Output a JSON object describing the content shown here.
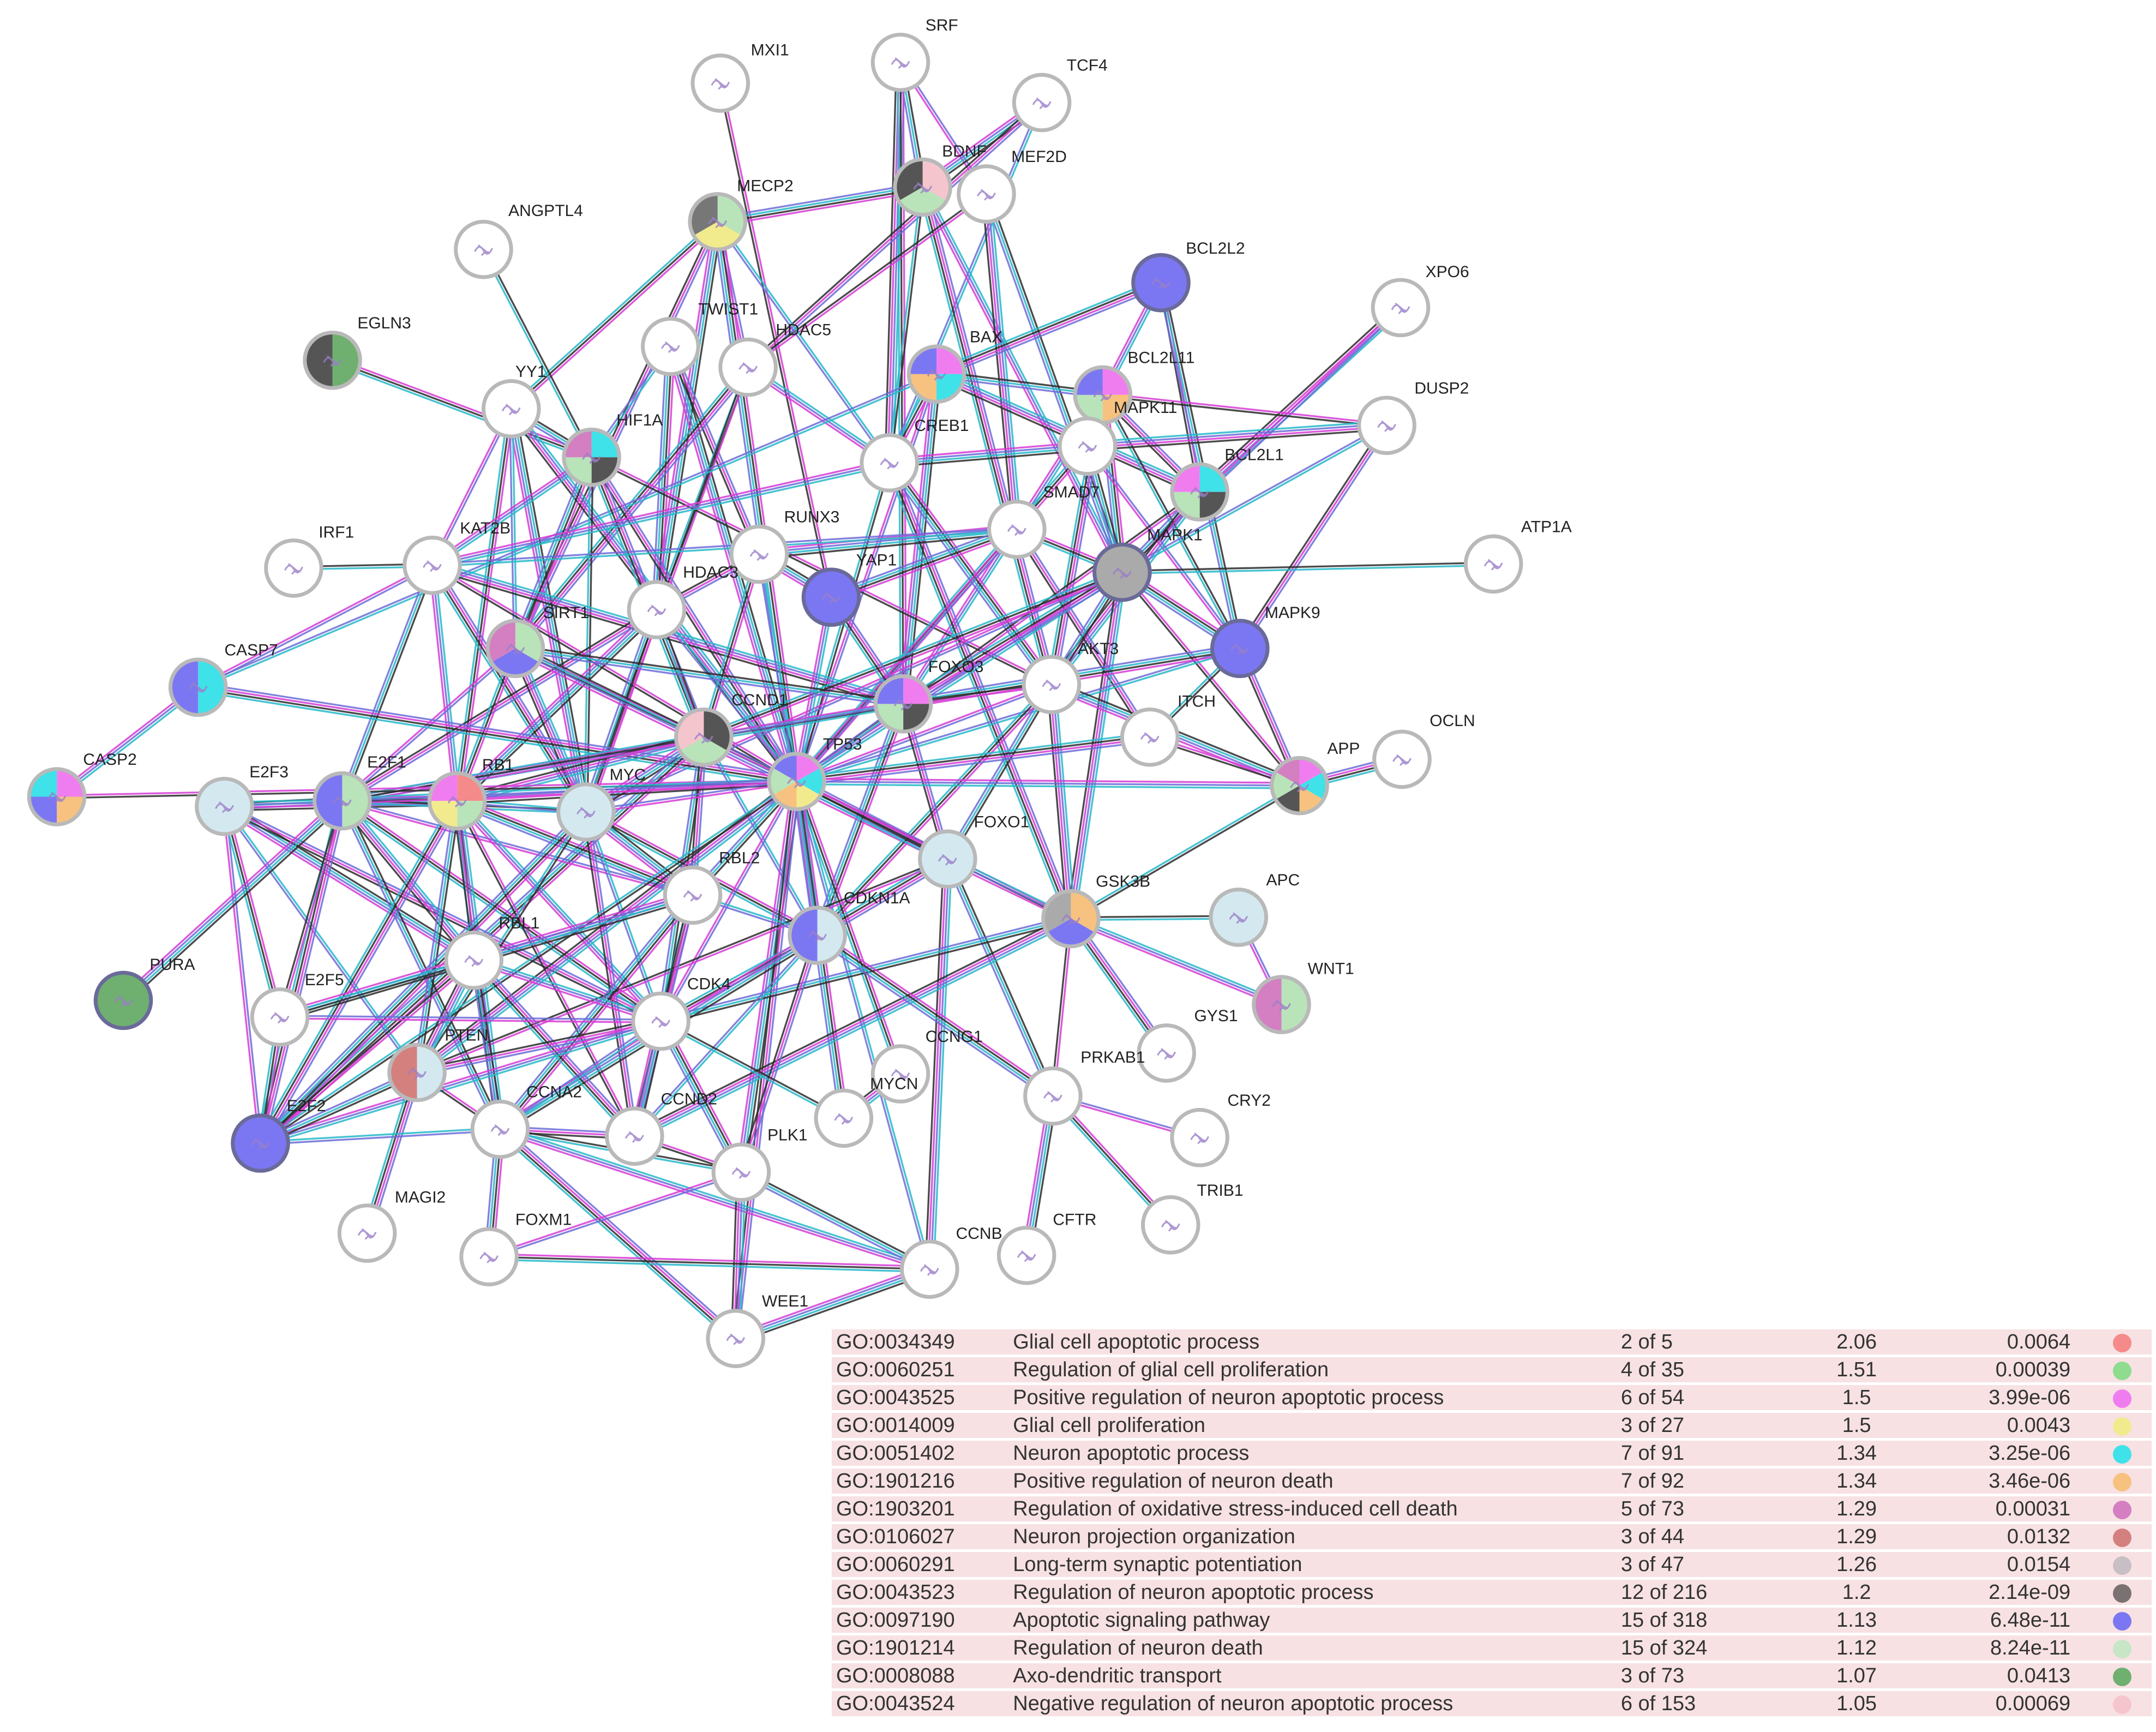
{
  "nodes": [
    {
      "id": "MXI1",
      "colors": []
    },
    {
      "id": "SRF",
      "colors": []
    },
    {
      "id": "TCF4",
      "colors": []
    },
    {
      "id": "BDNF",
      "colors": [
        "#f5c5ce",
        "#b9e3b9",
        "#555555"
      ]
    },
    {
      "id": "MEF2D",
      "colors": []
    },
    {
      "id": "MECP2",
      "colors": [
        "#b9e3b9",
        "#f2eb8e",
        "#777777"
      ]
    },
    {
      "id": "ANGPTL4",
      "colors": []
    },
    {
      "id": "BCL2L2",
      "colors": [
        "#7b77f2"
      ]
    },
    {
      "id": "XPO6",
      "colors": []
    },
    {
      "id": "EGLN3",
      "colors": [
        "#6faf6f",
        "#555555"
      ]
    },
    {
      "id": "TWIST1",
      "colors": []
    },
    {
      "id": "HDAC5",
      "colors": []
    },
    {
      "id": "BAX",
      "colors": [
        "#f07df0",
        "#3ee2e8",
        "#f7c27f",
        "#7b77f2"
      ]
    },
    {
      "id": "BCL2L11",
      "colors": [
        "#f07df0",
        "#f7c27f",
        "#b9e3b9",
        "#7b77f2"
      ]
    },
    {
      "id": "YY1",
      "colors": []
    },
    {
      "id": "HIF1A",
      "colors": [
        "#3ee2e8",
        "#555555",
        "#b9e3b9",
        "#d37fc2"
      ]
    },
    {
      "id": "MAPK11",
      "colors": []
    },
    {
      "id": "DUSP2",
      "colors": []
    },
    {
      "id": "CREB1",
      "colors": []
    },
    {
      "id": "BCL2L1",
      "colors": [
        "#3ee2e8",
        "#555555",
        "#b9e3b9",
        "#f07df0"
      ]
    },
    {
      "id": "SMAD7",
      "colors": []
    },
    {
      "id": "IRF1",
      "colors": []
    },
    {
      "id": "KAT2B",
      "colors": []
    },
    {
      "id": "RUNX3",
      "colors": []
    },
    {
      "id": "MAPK1",
      "colors": [
        "#aaaaaa"
      ]
    },
    {
      "id": "ATP1A1",
      "colors": []
    },
    {
      "id": "HDAC3",
      "colors": []
    },
    {
      "id": "YAP1",
      "colors": [
        "#7b77f2"
      ]
    },
    {
      "id": "SIRT1",
      "colors": [
        "#b9e3b9",
        "#7b77f2",
        "#d37fc2"
      ]
    },
    {
      "id": "MAPK9",
      "colors": [
        "#7b77f2"
      ]
    },
    {
      "id": "CASP7",
      "colors": [
        "#3ee2e8",
        "#7b77f2"
      ]
    },
    {
      "id": "AKT3",
      "colors": []
    },
    {
      "id": "FOXO3",
      "colors": [
        "#f07df0",
        "#555555",
        "#b9e3b9",
        "#7b77f2"
      ]
    },
    {
      "id": "ITCH",
      "colors": []
    },
    {
      "id": "CCND1",
      "colors": [
        "#555555",
        "#b9e3b9",
        "#f5c5ce"
      ]
    },
    {
      "id": "APP",
      "colors": [
        "#f07df0",
        "#3ee2e8",
        "#f7c27f",
        "#555555",
        "#b9e3b9",
        "#d37fc2"
      ]
    },
    {
      "id": "OCLN",
      "colors": []
    },
    {
      "id": "CASP2",
      "colors": [
        "#f07df0",
        "#f7c27f",
        "#7b77f2",
        "#3ee2e8"
      ]
    },
    {
      "id": "E2F3",
      "colors": [
        "#d4e8f0"
      ]
    },
    {
      "id": "E2F1",
      "colors": [
        "#b9e3b9",
        "#7b77f2"
      ]
    },
    {
      "id": "RB1",
      "colors": [
        "#f58a8a",
        "#b9e3b9",
        "#f2eb8e",
        "#f07df0"
      ]
    },
    {
      "id": "MYC",
      "colors": [
        "#d4e8f0"
      ]
    },
    {
      "id": "TP53",
      "colors": [
        "#f07df0",
        "#3ee2e8",
        "#f2eb8e",
        "#f7c27f",
        "#b9e3b9",
        "#7b77f2"
      ]
    },
    {
      "id": "FOXO1",
      "colors": [
        "#d4e8f0"
      ]
    },
    {
      "id": "RBL2",
      "colors": []
    },
    {
      "id": "GSK3B",
      "colors": [
        "#f7c27f",
        "#7b77f2",
        "#aaaaaa"
      ]
    },
    {
      "id": "APC",
      "colors": [
        "#d4e8f0"
      ]
    },
    {
      "id": "CDKN1A",
      "colors": [
        "#d4e8f0",
        "#7b77f2"
      ]
    },
    {
      "id": "RBL1",
      "colors": []
    },
    {
      "id": "PURA",
      "colors": [
        "#6faf6f"
      ]
    },
    {
      "id": "WNT1",
      "colors": [
        "#b9e3b9",
        "#d37fc2"
      ]
    },
    {
      "id": "E2F5",
      "colors": []
    },
    {
      "id": "CDK4",
      "colors": []
    },
    {
      "id": "PTEN",
      "colors": [
        "#d4e8f0",
        "#d4807f"
      ]
    },
    {
      "id": "CCNG1",
      "colors": []
    },
    {
      "id": "GYS1",
      "colors": []
    },
    {
      "id": "MYCN",
      "colors": []
    },
    {
      "id": "PRKAB1",
      "colors": []
    },
    {
      "id": "E2F2",
      "colors": [
        "#7b77f2"
      ]
    },
    {
      "id": "CCNA2",
      "colors": []
    },
    {
      "id": "CCND2",
      "colors": []
    },
    {
      "id": "CRY2",
      "colors": []
    },
    {
      "id": "PLK1",
      "colors": []
    },
    {
      "id": "TRIB1",
      "colors": []
    },
    {
      "id": "MAGI2",
      "colors": []
    },
    {
      "id": "FOXM1",
      "colors": []
    },
    {
      "id": "CFTR",
      "colors": []
    },
    {
      "id": "CCNB1",
      "colors": []
    },
    {
      "id": "WEE1",
      "colors": []
    }
  ],
  "node_labels": {
    "MXI1": "MXI1",
    "SRF": "SRF",
    "TCF4": "TCF4",
    "BDNF": "BDNF",
    "MEF2D": "MEF2D",
    "MECP2": "MECP2",
    "ANGPTL4": "ANGPTL4",
    "BCL2L2": "BCL2L2",
    "XPO6": "XPO6",
    "EGLN3": "EGLN3",
    "TWIST1": "TWIST1",
    "HDAC5": "HDAC5",
    "BAX": "BAX",
    "BCL2L11": "BCL2L11",
    "YY1": "YY1",
    "HIF1A": "HIF1A",
    "MAPK11": "MAPK11",
    "DUSP2": "DUSP2",
    "CREB1": "CREB1",
    "BCL2L1": "BCL2L1",
    "SMAD7": "SMAD7",
    "IRF1": "IRF1",
    "KAT2B": "KAT2B",
    "RUNX3": "RUNX3",
    "MAPK1": "MAPK1",
    "ATP1A1": "ATP1A",
    "HDAC3": "HDAC3",
    "YAP1": "YAP1",
    "SIRT1": "SIRT1",
    "MAPK9": "MAPK9",
    "CASP7": "CASP7",
    "AKT3": "AKT3",
    "FOXO3": "FOXO3",
    "ITCH": "ITCH",
    "CCND1": "CCND1",
    "APP": "APP",
    "OCLN": "OCLN",
    "CASP2": "CASP2",
    "E2F3": "E2F3",
    "E2F1": "E2F1",
    "RB1": "RB1",
    "MYC": "MYC",
    "TP53": "TP53",
    "FOXO1": "FOXO1",
    "RBL2": "RBL2",
    "GSK3B": "GSK3B",
    "APC": "APC",
    "CDKN1A": "CDKN1A",
    "RBL1": "RBL1",
    "PURA": "PURA",
    "WNT1": "WNT1",
    "E2F5": "E2F5",
    "CDK4": "CDK4",
    "PTEN": "PTEN",
    "CCNG1": "CCNG1",
    "GYS1": "GYS1",
    "MYCN": "MYCN",
    "PRKAB1": "PRKAB1",
    "E2F2": "E2F2",
    "CCNA2": "CCNA2",
    "CCND2": "CCND2",
    "CRY2": "CRY2",
    "PLK1": "PLK1",
    "TRIB1": "TRIB1",
    "MAGI2": "MAGI2",
    "FOXM1": "FOXM1",
    "CFTR": "CFTR",
    "CCNB1": "CCNB",
    "WEE1": "WEE1"
  },
  "edges": [
    [
      "MXI1",
      "YAP1"
    ],
    [
      "SRF",
      "BDNF"
    ],
    [
      "SRF",
      "CREB1"
    ],
    [
      "SRF",
      "MEF2D"
    ],
    [
      "SRF",
      "FOXO3"
    ],
    [
      "TCF4",
      "BDNF"
    ],
    [
      "TCF4",
      "CREB1"
    ],
    [
      "TCF4",
      "HDAC5"
    ],
    [
      "BDNF",
      "MECP2"
    ],
    [
      "BDNF",
      "CREB1"
    ],
    [
      "BDNF",
      "MAPK1"
    ],
    [
      "BDNF",
      "AKT3"
    ],
    [
      "MEF2D",
      "HDAC5"
    ],
    [
      "MEF2D",
      "MAPK1"
    ],
    [
      "MEF2D",
      "SMAD7"
    ],
    [
      "MECP2",
      "HDAC5"
    ],
    [
      "MECP2",
      "YY1"
    ],
    [
      "MECP2",
      "HDAC3"
    ],
    [
      "MECP2",
      "CREB1"
    ],
    [
      "MECP2",
      "SIRT1"
    ],
    [
      "MECP2",
      "TP53"
    ],
    [
      "ANGPTL4",
      "HIF1A"
    ],
    [
      "BCL2L2",
      "BCL2L11"
    ],
    [
      "BCL2L2",
      "BAX"
    ],
    [
      "BCL2L2",
      "BCL2L1"
    ],
    [
      "BCL2L2",
      "MAPK9"
    ],
    [
      "XPO6",
      "BCL2L1"
    ],
    [
      "XPO6",
      "MAPK1"
    ],
    [
      "EGLN3",
      "HIF1A"
    ],
    [
      "TWIST1",
      "TP53"
    ],
    [
      "TWIST1",
      "HIF1A"
    ],
    [
      "TWIST1",
      "RUNX3"
    ],
    [
      "TWIST1",
      "HDAC3"
    ],
    [
      "HDAC5",
      "HDAC3"
    ],
    [
      "HDAC5",
      "CREB1"
    ],
    [
      "HDAC5",
      "SIRT1"
    ],
    [
      "HDAC5",
      "MYC"
    ],
    [
      "BAX",
      "BCL2L11"
    ],
    [
      "BAX",
      "BCL2L1"
    ],
    [
      "BAX",
      "TP53"
    ],
    [
      "BAX",
      "CREB1"
    ],
    [
      "BAX",
      "FOXO3"
    ],
    [
      "BAX",
      "CASP7"
    ],
    [
      "BCL2L11",
      "BCL2L1"
    ],
    [
      "BCL2L11",
      "MAPK1"
    ],
    [
      "BCL2L11",
      "MAPK9"
    ],
    [
      "BCL2L11",
      "FOXO3"
    ],
    [
      "BCL2L11",
      "AKT3"
    ],
    [
      "BCL2L11",
      "DUSP2"
    ],
    [
      "YY1",
      "HIF1A"
    ],
    [
      "YY1",
      "TP53"
    ],
    [
      "YY1",
      "KAT2B"
    ],
    [
      "YY1",
      "RB1"
    ],
    [
      "YY1",
      "MYC"
    ],
    [
      "YY1",
      "SIRT1"
    ],
    [
      "HIF1A",
      "TP53"
    ],
    [
      "HIF1A",
      "SIRT1"
    ],
    [
      "HIF1A",
      "MYC"
    ],
    [
      "HIF1A",
      "KAT2B"
    ],
    [
      "HIF1A",
      "CCND1"
    ],
    [
      "HIF1A",
      "AKT3"
    ],
    [
      "MAPK11",
      "MAPK1"
    ],
    [
      "MAPK11",
      "DUSP2"
    ],
    [
      "MAPK11",
      "MAPK9"
    ],
    [
      "MAPK11",
      "TP53"
    ],
    [
      "MAPK11",
      "CREB1"
    ],
    [
      "DUSP2",
      "MAPK1"
    ],
    [
      "DUSP2",
      "MAPK9"
    ],
    [
      "CREB1",
      "AKT3"
    ],
    [
      "CREB1",
      "TP53"
    ],
    [
      "CREB1",
      "KAT2B"
    ],
    [
      "CREB1",
      "GSK3B"
    ],
    [
      "BCL2L1",
      "TP53"
    ],
    [
      "BCL2L1",
      "MAPK1"
    ],
    [
      "BCL2L1",
      "AKT3"
    ],
    [
      "SMAD7",
      "TP53"
    ],
    [
      "SMAD7",
      "MAPK1"
    ],
    [
      "SMAD7",
      "RUNX3"
    ],
    [
      "SMAD7",
      "KAT2B"
    ],
    [
      "SMAD7",
      "ITCH"
    ],
    [
      "SMAD7",
      "YAP1"
    ],
    [
      "IRF1",
      "KAT2B"
    ],
    [
      "KAT2B",
      "RB1"
    ],
    [
      "KAT2B",
      "MYC"
    ],
    [
      "KAT2B",
      "TP53"
    ],
    [
      "KAT2B",
      "E2F1"
    ],
    [
      "KAT2B",
      "FOXO3"
    ],
    [
      "KAT2B",
      "CASP7"
    ],
    [
      "RUNX3",
      "CCND1"
    ],
    [
      "RUNX3",
      "YAP1"
    ],
    [
      "RUNX3",
      "TP53"
    ],
    [
      "RUNX3",
      "HDAC3"
    ],
    [
      "MAPK1",
      "MAPK9"
    ],
    [
      "MAPK1",
      "ATP1A1"
    ],
    [
      "MAPK1",
      "TP53"
    ],
    [
      "MAPK1",
      "FOXO3"
    ],
    [
      "MAPK1",
      "APP"
    ],
    [
      "MAPK1",
      "AKT3"
    ],
    [
      "MAPK1",
      "GSK3B"
    ],
    [
      "MAPK1",
      "MYC"
    ],
    [
      "MAPK1",
      "CCND1"
    ],
    [
      "HDAC3",
      "RB1"
    ],
    [
      "HDAC3",
      "TP53"
    ],
    [
      "HDAC3",
      "E2F1"
    ],
    [
      "HDAC3",
      "MYC"
    ],
    [
      "HDAC3",
      "CCND1"
    ],
    [
      "YAP1",
      "TP53"
    ],
    [
      "YAP1",
      "FOXO3"
    ],
    [
      "SIRT1",
      "TP53"
    ],
    [
      "SIRT1",
      "FOXO3"
    ],
    [
      "SIRT1",
      "MYC"
    ],
    [
      "SIRT1",
      "E2F1"
    ],
    [
      "SIRT1",
      "RB1"
    ],
    [
      "SIRT1",
      "FOXO1"
    ],
    [
      "MAPK9",
      "TP53"
    ],
    [
      "MAPK9",
      "APP"
    ],
    [
      "MAPK9",
      "FOXO3"
    ],
    [
      "MAPK9",
      "ITCH"
    ],
    [
      "CASP7",
      "CASP2"
    ],
    [
      "CASP7",
      "TP53"
    ],
    [
      "AKT3",
      "FOXO3"
    ],
    [
      "AKT3",
      "FOXO1"
    ],
    [
      "AKT3",
      "GSK3B"
    ],
    [
      "AKT3",
      "TP53"
    ],
    [
      "AKT3",
      "CDKN1A"
    ],
    [
      "AKT3",
      "APP"
    ],
    [
      "FOXO3",
      "TP53"
    ],
    [
      "FOXO3",
      "FOXO1"
    ],
    [
      "FOXO3",
      "CDKN1A"
    ],
    [
      "FOXO3",
      "CCND1"
    ],
    [
      "FOXO3",
      "E2F1"
    ],
    [
      "ITCH",
      "TP53"
    ],
    [
      "ITCH",
      "APP"
    ],
    [
      "CCND1",
      "CDK4"
    ],
    [
      "CCND1",
      "RB1"
    ],
    [
      "CCND1",
      "TP53"
    ],
    [
      "CCND1",
      "E2F1"
    ],
    [
      "CCND1",
      "MYC"
    ],
    [
      "CCND1",
      "CDKN1A"
    ],
    [
      "CCND1",
      "RBL2"
    ],
    [
      "CCND1",
      "E2F2"
    ],
    [
      "APP",
      "GSK3B"
    ],
    [
      "APP",
      "TP53"
    ],
    [
      "APP",
      "OCLN"
    ],
    [
      "CASP2",
      "TP53"
    ],
    [
      "E2F3",
      "E2F1"
    ],
    [
      "E2F3",
      "RB1"
    ],
    [
      "E2F3",
      "E2F2"
    ],
    [
      "E2F3",
      "E2F5"
    ],
    [
      "E2F3",
      "RBL1"
    ],
    [
      "E2F3",
      "PTEN"
    ],
    [
      "E2F3",
      "CDK4"
    ],
    [
      "E2F1",
      "RB1"
    ],
    [
      "E2F1",
      "MYC"
    ],
    [
      "E2F1",
      "TP53"
    ],
    [
      "E2F1",
      "E2F2"
    ],
    [
      "E2F1",
      "E2F5"
    ],
    [
      "E2F1",
      "CCNA2"
    ],
    [
      "E2F1",
      "RBL1"
    ],
    [
      "E2F1",
      "RBL2"
    ],
    [
      "E2F1",
      "CDK4"
    ],
    [
      "E2F1",
      "PURA"
    ],
    [
      "RB1",
      "MYC"
    ],
    [
      "RB1",
      "TP53"
    ],
    [
      "RB1",
      "RBL2"
    ],
    [
      "RB1",
      "RBL1"
    ],
    [
      "RB1",
      "CDK4"
    ],
    [
      "RB1",
      "E2F2"
    ],
    [
      "RB1",
      "CCND2"
    ],
    [
      "RB1",
      "PTEN"
    ],
    [
      "RB1",
      "CCNA2"
    ],
    [
      "MYC",
      "TP53"
    ],
    [
      "MYC",
      "CDKN1A"
    ],
    [
      "MYC",
      "RBL2"
    ],
    [
      "MYC",
      "CDK4"
    ],
    [
      "MYC",
      "CCND2"
    ],
    [
      "MYC",
      "E2F2"
    ],
    [
      "MYC",
      "PTEN"
    ],
    [
      "TP53",
      "CDKN1A"
    ],
    [
      "TP53",
      "FOXO1"
    ],
    [
      "TP53",
      "GSK3B"
    ],
    [
      "TP53",
      "RBL2"
    ],
    [
      "TP53",
      "PTEN"
    ],
    [
      "TP53",
      "CDK4"
    ],
    [
      "TP53",
      "CCNG1"
    ],
    [
      "TP53",
      "PLK1"
    ],
    [
      "TP53",
      "CCNB1"
    ],
    [
      "TP53",
      "WEE1"
    ],
    [
      "TP53",
      "MYCN"
    ],
    [
      "TP53",
      "E2F2"
    ],
    [
      "FOXO1",
      "GSK3B"
    ],
    [
      "FOXO1",
      "CDKN1A"
    ],
    [
      "FOXO1",
      "PTEN"
    ],
    [
      "FOXO1",
      "PRKAB1"
    ],
    [
      "FOXO1",
      "CCNB1"
    ],
    [
      "RBL2",
      "RBL1"
    ],
    [
      "RBL2",
      "CDK4"
    ],
    [
      "RBL2",
      "E2F5"
    ],
    [
      "RBL2",
      "CDKN1A"
    ],
    [
      "RBL2",
      "CCND2"
    ],
    [
      "RBL2",
      "CCNA2"
    ],
    [
      "GSK3B",
      "APC"
    ],
    [
      "GSK3B",
      "WNT1"
    ],
    [
      "GSK3B",
      "GYS1"
    ],
    [
      "GSK3B",
      "PRKAB1"
    ],
    [
      "GSK3B",
      "CDK4"
    ],
    [
      "GSK3B",
      "CCND2"
    ],
    [
      "APC",
      "WNT1"
    ],
    [
      "CDKN1A",
      "CDK4"
    ],
    [
      "CDKN1A",
      "CCNA2"
    ],
    [
      "CDKN1A",
      "CCND2"
    ],
    [
      "CDKN1A",
      "PLK1"
    ],
    [
      "CDKN1A",
      "PRKAB1"
    ],
    [
      "RBL1",
      "E2F5"
    ],
    [
      "RBL1",
      "CDK4"
    ],
    [
      "RBL1",
      "CCND2"
    ],
    [
      "RBL1",
      "E2F2"
    ],
    [
      "RBL1",
      "CCNA2"
    ],
    [
      "RBL1",
      "PTEN"
    ],
    [
      "E2F5",
      "CDK4"
    ],
    [
      "E2F5",
      "E2F2"
    ],
    [
      "CDK4",
      "CCND2"
    ],
    [
      "CDK4",
      "CCNA2"
    ],
    [
      "CDK4",
      "PTEN"
    ],
    [
      "CDK4",
      "PLK1"
    ],
    [
      "CDK4",
      "MYCN"
    ],
    [
      "CDK4",
      "E2F2"
    ],
    [
      "PTEN",
      "MAGI2"
    ],
    [
      "PTEN",
      "CCNA2"
    ],
    [
      "PTEN",
      "E2F2"
    ],
    [
      "CCNG1",
      "MYCN"
    ],
    [
      "PRKAB1",
      "CRY2"
    ],
    [
      "PRKAB1",
      "TRIB1"
    ],
    [
      "PRKAB1",
      "CFTR"
    ],
    [
      "E2F2",
      "CCNA2"
    ],
    [
      "CCNA2",
      "CCND2"
    ],
    [
      "CCNA2",
      "FOXM1"
    ],
    [
      "CCNA2",
      "PLK1"
    ],
    [
      "CCNA2",
      "CCNB1"
    ],
    [
      "CCNA2",
      "WEE1"
    ],
    [
      "CCND2",
      "PLK1"
    ],
    [
      "PLK1",
      "CCNB1"
    ],
    [
      "PLK1",
      "WEE1"
    ],
    [
      "PLK1",
      "FOXM1"
    ],
    [
      "FOXM1",
      "CCNB1"
    ],
    [
      "CCNB1",
      "WEE1"
    ]
  ],
  "edge_colors": [
    "#d63cd6",
    "#2b2b2b",
    "#27b8c9",
    "#6c6cd8"
  ],
  "go_terms": [
    {
      "id": "GO:0034349",
      "description": "Glial cell apoptotic process",
      "count": "2 of 5",
      "strength": "2.06",
      "fdr": "0.0064",
      "color": "#f58a8a"
    },
    {
      "id": "GO:0060251",
      "description": "Regulation of glial cell proliferation",
      "count": "4 of 35",
      "strength": "1.51",
      "fdr": "0.00039",
      "color": "#8fdc8f"
    },
    {
      "id": "GO:0043525",
      "description": "Positive regulation of neuron apoptotic process",
      "count": "6 of 54",
      "strength": "1.5",
      "fdr": "3.99e-06",
      "color": "#f07df0"
    },
    {
      "id": "GO:0014009",
      "description": "Glial cell proliferation",
      "count": "3 of 27",
      "strength": "1.5",
      "fdr": "0.0043",
      "color": "#f2eb8e"
    },
    {
      "id": "GO:0051402",
      "description": "Neuron apoptotic process",
      "count": "7 of 91",
      "strength": "1.34",
      "fdr": "3.25e-06",
      "color": "#3ee2e8"
    },
    {
      "id": "GO:1901216",
      "description": "Positive regulation of neuron death",
      "count": "7 of 92",
      "strength": "1.34",
      "fdr": "3.46e-06",
      "color": "#f7c27f"
    },
    {
      "id": "GO:1903201",
      "description": "Regulation of oxidative stress-induced cell death",
      "count": "5 of 73",
      "strength": "1.29",
      "fdr": "0.00031",
      "color": "#d37fc2"
    },
    {
      "id": "GO:0106027",
      "description": "Neuron projection organization",
      "count": "3 of 44",
      "strength": "1.29",
      "fdr": "0.0132",
      "color": "#d4807f"
    },
    {
      "id": "GO:0060291",
      "description": "Long-term synaptic potentiation",
      "count": "3 of 47",
      "strength": "1.26",
      "fdr": "0.0154",
      "color": "#c8bfc4"
    },
    {
      "id": "GO:0043523",
      "description": "Regulation of neuron apoptotic process",
      "count": "12 of 216",
      "strength": "1.2",
      "fdr": "2.14e-09",
      "color": "#7a7272"
    },
    {
      "id": "GO:0097190",
      "description": "Apoptotic signaling pathway",
      "count": "15 of 318",
      "strength": "1.13",
      "fdr": "6.48e-11",
      "color": "#7b77f2"
    },
    {
      "id": "GO:1901214",
      "description": "Regulation of neuron death",
      "count": "15 of 324",
      "strength": "1.12",
      "fdr": "8.24e-11",
      "color": "#c6e6c6"
    },
    {
      "id": "GO:0008088",
      "description": "Axo-dendritic transport",
      "count": "3 of 73",
      "strength": "1.07",
      "fdr": "0.0413",
      "color": "#6faf6f"
    },
    {
      "id": "GO:0043524",
      "description": "Negative regulation of neuron apoptotic process",
      "count": "6 of 153",
      "strength": "1.05",
      "fdr": "0.00069",
      "color": "#f5c5ce"
    }
  ]
}
